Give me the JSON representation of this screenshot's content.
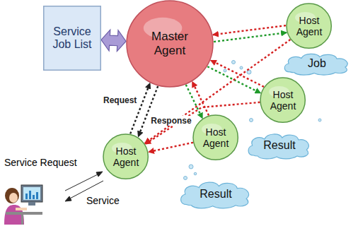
{
  "diagram": {
    "nodes": [
      {
        "text": [
          "Service Job List"
        ]
      },
      {
        "text": [
          "Master Agent"
        ]
      },
      {
        "text": [
          "Host Agent"
        ]
      },
      {
        "text": [
          "Job"
        ]
      },
      {
        "text": [
          "Host Agent"
        ]
      },
      {
        "text": [
          "Host Agent"
        ]
      },
      {
        "text": [
          "Result"
        ]
      },
      {
        "text": [
          "Host Agent"
        ]
      },
      {
        "text": [
          "Result"
        ]
      }
    ],
    "edges": [
      {
        "from": 0,
        "to": 1,
        "arrow": "both"
      },
      {
        "from": 1,
        "to": 2,
        "arrow": "to"
      },
      {
        "from": 2,
        "to": 1,
        "arrow": "to"
      },
      {
        "from": 1,
        "to": 4,
        "arrow": "to"
      },
      {
        "from": 4,
        "to": 1,
        "arrow": "to"
      },
      {
        "from": 1,
        "to": 5,
        "arrow": "to"
      },
      {
        "from": 5,
        "to": 1,
        "arrow": "to"
      },
      {
        "from": 2,
        "to": 7,
        "arrow": "to"
      },
      {
        "from": 4,
        "to": 7,
        "arrow": "to"
      },
      {
        "from": 5,
        "to": 7,
        "arrow": "to"
      },
      {
        "from": 7,
        "to": 1,
        "label": "Request",
        "arrow": "to"
      },
      {
        "from": 1,
        "to": 7,
        "label": "Response",
        "arrow": "to"
      }
    ],
    "labels": [
      "Service Request",
      "Service"
    ]
  }
}
